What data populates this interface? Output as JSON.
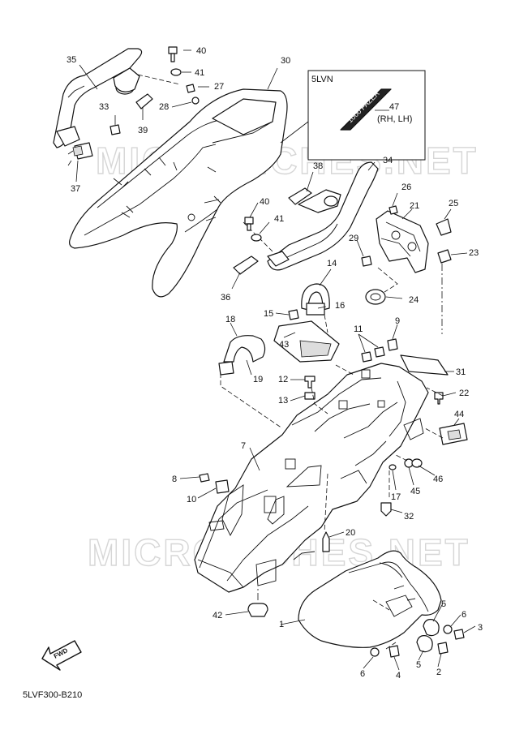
{
  "watermark": "MICROFICHES.NET",
  "inset": {
    "model": "5LVN",
    "decal_text": "1000 FAZER",
    "note": "(RH, LH)"
  },
  "fwd_label": "FWD",
  "figure_code": "5LVF300-B210",
  "callouts": [
    "1",
    "2",
    "3",
    "4",
    "5",
    "5",
    "6",
    "6",
    "7",
    "8",
    "9",
    "10",
    "11",
    "12",
    "13",
    "14",
    "15",
    "16",
    "17",
    "18",
    "19",
    "20",
    "21",
    "22",
    "23",
    "24",
    "25",
    "26",
    "27",
    "28",
    "29",
    "30",
    "31",
    "32",
    "33",
    "34",
    "35",
    "36",
    "37",
    "38",
    "39",
    "40",
    "40",
    "41",
    "41",
    "42",
    "43",
    "44",
    "45",
    "46",
    "47"
  ]
}
